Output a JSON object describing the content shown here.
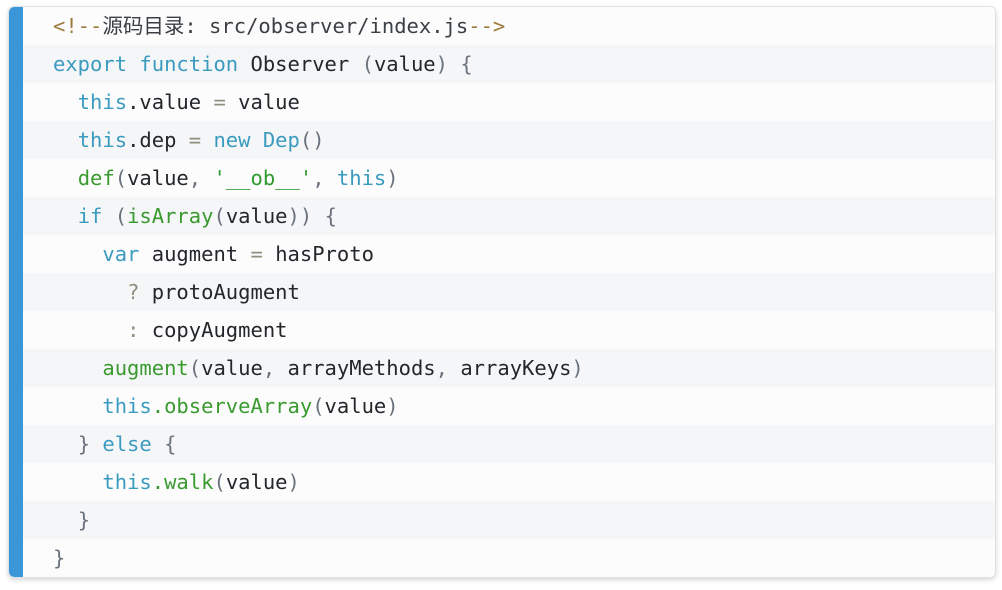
{
  "card": {
    "accent_color": "#3a96d6",
    "background": "#fcfcfd",
    "stripe_color": "#f5f6f8",
    "border_color": "#dfe2e5",
    "language": "javascript"
  },
  "colors": {
    "keyword": "#3a9bbf",
    "function": "#3a9a2f",
    "string": "#2f9a2f",
    "plain": "#23272b",
    "punctuation": "#6a737d",
    "operator": "#8e8f7e",
    "comment_delimiter": "#9c7a3c",
    "comment_text": "#3b4045"
  },
  "code": {
    "lines": [
      {
        "n": 1,
        "tokens": [
          {
            "t": "<!--",
            "c": "tk-cmt-d"
          },
          {
            "t": "源码目录: src/observer/index.js",
            "c": "tk-cmt"
          },
          {
            "t": "-->",
            "c": "tk-cmt-d"
          }
        ]
      },
      {
        "n": 2,
        "tokens": [
          {
            "t": "export",
            "c": "tk-kw"
          },
          {
            "t": " ",
            "c": "tk-plain"
          },
          {
            "t": "function",
            "c": "tk-kw"
          },
          {
            "t": " ",
            "c": "tk-plain"
          },
          {
            "t": "Observer",
            "c": "tk-plain"
          },
          {
            "t": " ",
            "c": "tk-plain"
          },
          {
            "t": "(",
            "c": "tk-punc"
          },
          {
            "t": "value",
            "c": "tk-plain"
          },
          {
            "t": ")",
            "c": "tk-punc"
          },
          {
            "t": " ",
            "c": "tk-plain"
          },
          {
            "t": "{",
            "c": "tk-punc"
          }
        ]
      },
      {
        "n": 3,
        "tokens": [
          {
            "t": "  ",
            "c": "tk-plain"
          },
          {
            "t": "this",
            "c": "tk-kw"
          },
          {
            "t": ".value",
            "c": "tk-plain"
          },
          {
            "t": " ",
            "c": "tk-plain"
          },
          {
            "t": "=",
            "c": "tk-op"
          },
          {
            "t": " ",
            "c": "tk-plain"
          },
          {
            "t": "value",
            "c": "tk-plain"
          }
        ]
      },
      {
        "n": 4,
        "tokens": [
          {
            "t": "  ",
            "c": "tk-plain"
          },
          {
            "t": "this",
            "c": "tk-kw"
          },
          {
            "t": ".dep",
            "c": "tk-plain"
          },
          {
            "t": " ",
            "c": "tk-plain"
          },
          {
            "t": "=",
            "c": "tk-op"
          },
          {
            "t": " ",
            "c": "tk-plain"
          },
          {
            "t": "new",
            "c": "tk-kw"
          },
          {
            "t": " ",
            "c": "tk-plain"
          },
          {
            "t": "Dep",
            "c": "tk-type"
          },
          {
            "t": "()",
            "c": "tk-punc"
          }
        ]
      },
      {
        "n": 5,
        "tokens": [
          {
            "t": "  ",
            "c": "tk-plain"
          },
          {
            "t": "def",
            "c": "tk-fn"
          },
          {
            "t": "(",
            "c": "tk-punc"
          },
          {
            "t": "value",
            "c": "tk-plain"
          },
          {
            "t": ", ",
            "c": "tk-punc"
          },
          {
            "t": "'__ob__'",
            "c": "tk-str"
          },
          {
            "t": ", ",
            "c": "tk-punc"
          },
          {
            "t": "this",
            "c": "tk-kw"
          },
          {
            "t": ")",
            "c": "tk-punc"
          }
        ]
      },
      {
        "n": 6,
        "tokens": [
          {
            "t": "  ",
            "c": "tk-plain"
          },
          {
            "t": "if",
            "c": "tk-kw"
          },
          {
            "t": " ",
            "c": "tk-plain"
          },
          {
            "t": "(",
            "c": "tk-punc"
          },
          {
            "t": "isArray",
            "c": "tk-fn"
          },
          {
            "t": "(",
            "c": "tk-punc"
          },
          {
            "t": "value",
            "c": "tk-plain"
          },
          {
            "t": "))",
            "c": "tk-punc"
          },
          {
            "t": " ",
            "c": "tk-plain"
          },
          {
            "t": "{",
            "c": "tk-punc"
          }
        ]
      },
      {
        "n": 7,
        "tokens": [
          {
            "t": "    ",
            "c": "tk-plain"
          },
          {
            "t": "var",
            "c": "tk-kw"
          },
          {
            "t": " ",
            "c": "tk-plain"
          },
          {
            "t": "augment",
            "c": "tk-plain"
          },
          {
            "t": " ",
            "c": "tk-plain"
          },
          {
            "t": "=",
            "c": "tk-op"
          },
          {
            "t": " ",
            "c": "tk-plain"
          },
          {
            "t": "hasProto",
            "c": "tk-plain"
          }
        ]
      },
      {
        "n": 8,
        "tokens": [
          {
            "t": "      ",
            "c": "tk-plain"
          },
          {
            "t": "?",
            "c": "tk-op"
          },
          {
            "t": " ",
            "c": "tk-plain"
          },
          {
            "t": "protoAugment",
            "c": "tk-plain"
          }
        ]
      },
      {
        "n": 9,
        "tokens": [
          {
            "t": "      ",
            "c": "tk-plain"
          },
          {
            "t": ":",
            "c": "tk-op"
          },
          {
            "t": " ",
            "c": "tk-plain"
          },
          {
            "t": "copyAugment",
            "c": "tk-plain"
          }
        ]
      },
      {
        "n": 10,
        "tokens": [
          {
            "t": "    ",
            "c": "tk-plain"
          },
          {
            "t": "augment",
            "c": "tk-fn"
          },
          {
            "t": "(",
            "c": "tk-punc"
          },
          {
            "t": "value",
            "c": "tk-plain"
          },
          {
            "t": ", ",
            "c": "tk-punc"
          },
          {
            "t": "arrayMethods",
            "c": "tk-plain"
          },
          {
            "t": ", ",
            "c": "tk-punc"
          },
          {
            "t": "arrayKeys",
            "c": "tk-plain"
          },
          {
            "t": ")",
            "c": "tk-punc"
          }
        ]
      },
      {
        "n": 11,
        "tokens": [
          {
            "t": "    ",
            "c": "tk-plain"
          },
          {
            "t": "this",
            "c": "tk-kw"
          },
          {
            "t": ".",
            "c": "tk-fn"
          },
          {
            "t": "observeArray",
            "c": "tk-fn"
          },
          {
            "t": "(",
            "c": "tk-punc"
          },
          {
            "t": "value",
            "c": "tk-plain"
          },
          {
            "t": ")",
            "c": "tk-punc"
          }
        ]
      },
      {
        "n": 12,
        "tokens": [
          {
            "t": "  ",
            "c": "tk-plain"
          },
          {
            "t": "}",
            "c": "tk-punc"
          },
          {
            "t": " ",
            "c": "tk-plain"
          },
          {
            "t": "else",
            "c": "tk-kw"
          },
          {
            "t": " ",
            "c": "tk-plain"
          },
          {
            "t": "{",
            "c": "tk-punc"
          }
        ]
      },
      {
        "n": 13,
        "tokens": [
          {
            "t": "    ",
            "c": "tk-plain"
          },
          {
            "t": "this",
            "c": "tk-kw"
          },
          {
            "t": ".",
            "c": "tk-fn"
          },
          {
            "t": "walk",
            "c": "tk-fn"
          },
          {
            "t": "(",
            "c": "tk-punc"
          },
          {
            "t": "value",
            "c": "tk-plain"
          },
          {
            "t": ")",
            "c": "tk-punc"
          }
        ]
      },
      {
        "n": 14,
        "tokens": [
          {
            "t": "  ",
            "c": "tk-plain"
          },
          {
            "t": "}",
            "c": "tk-punc"
          }
        ]
      },
      {
        "n": 15,
        "tokens": [
          {
            "t": "}",
            "c": "tk-punc"
          }
        ]
      }
    ]
  }
}
